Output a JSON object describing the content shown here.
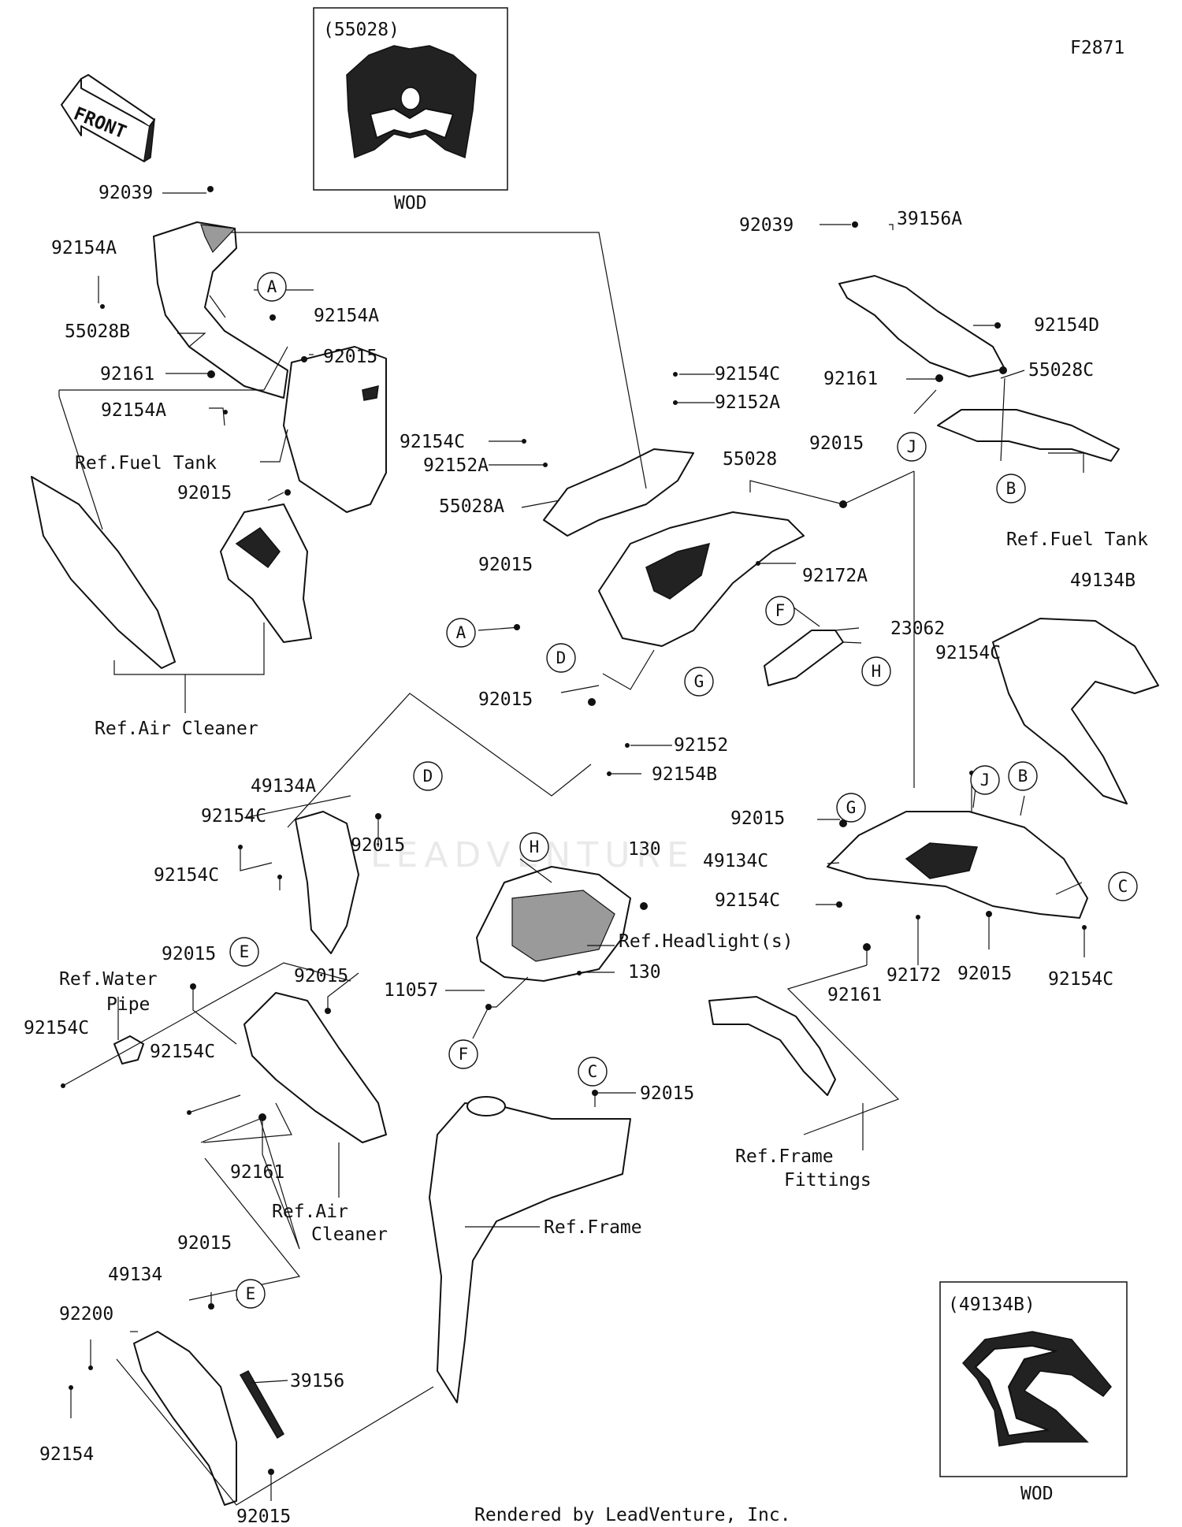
{
  "diagram_code": "F2871",
  "footer": "Rendered by LeadVenture, Inc.",
  "watermark": "LEADVENTURE",
  "front_arrow": "FRONT",
  "insets": [
    {
      "code": "(55028)",
      "caption": "WOD"
    },
    {
      "code": "(49134B)",
      "caption": "WOD"
    }
  ],
  "part_labels": [
    "92039",
    "92154A",
    "55028B",
    "92154A",
    "92015",
    "92161",
    "92154A",
    "92015",
    "92039",
    "39156A",
    "92154D",
    "92161",
    "55028C",
    "92154C",
    "92152A",
    "92154C",
    "92152A",
    "55028A",
    "55028",
    "92015",
    "92172A",
    "92015",
    "23062",
    "92015",
    "92152",
    "92154B",
    "49134B",
    "92154C",
    "92015",
    "49134C",
    "92154C",
    "92172",
    "92015",
    "92154C",
    "92161",
    "49134A",
    "92154C",
    "92154C",
    "92015",
    "92015",
    "92154C",
    "92015",
    "92154C",
    "92161",
    "130",
    "130",
    "11057",
    "92015",
    "92015",
    "49134",
    "92200",
    "39156",
    "92154",
    "92015"
  ],
  "reference_labels": [
    "Ref.Fuel Tank",
    "Ref.Air Cleaner",
    "Ref.Fuel Tank",
    "Ref.Water",
    "Pipe",
    "Ref.Headlight(s)",
    "Ref.Air",
    "Cleaner",
    "Ref.Frame",
    "Ref.Frame",
    "Fittings"
  ],
  "callouts": [
    "A",
    "A",
    "J",
    "B",
    "F",
    "D",
    "G",
    "H",
    "D",
    "G",
    "J",
    "B",
    "C",
    "E",
    "H",
    "F",
    "C",
    "E"
  ]
}
